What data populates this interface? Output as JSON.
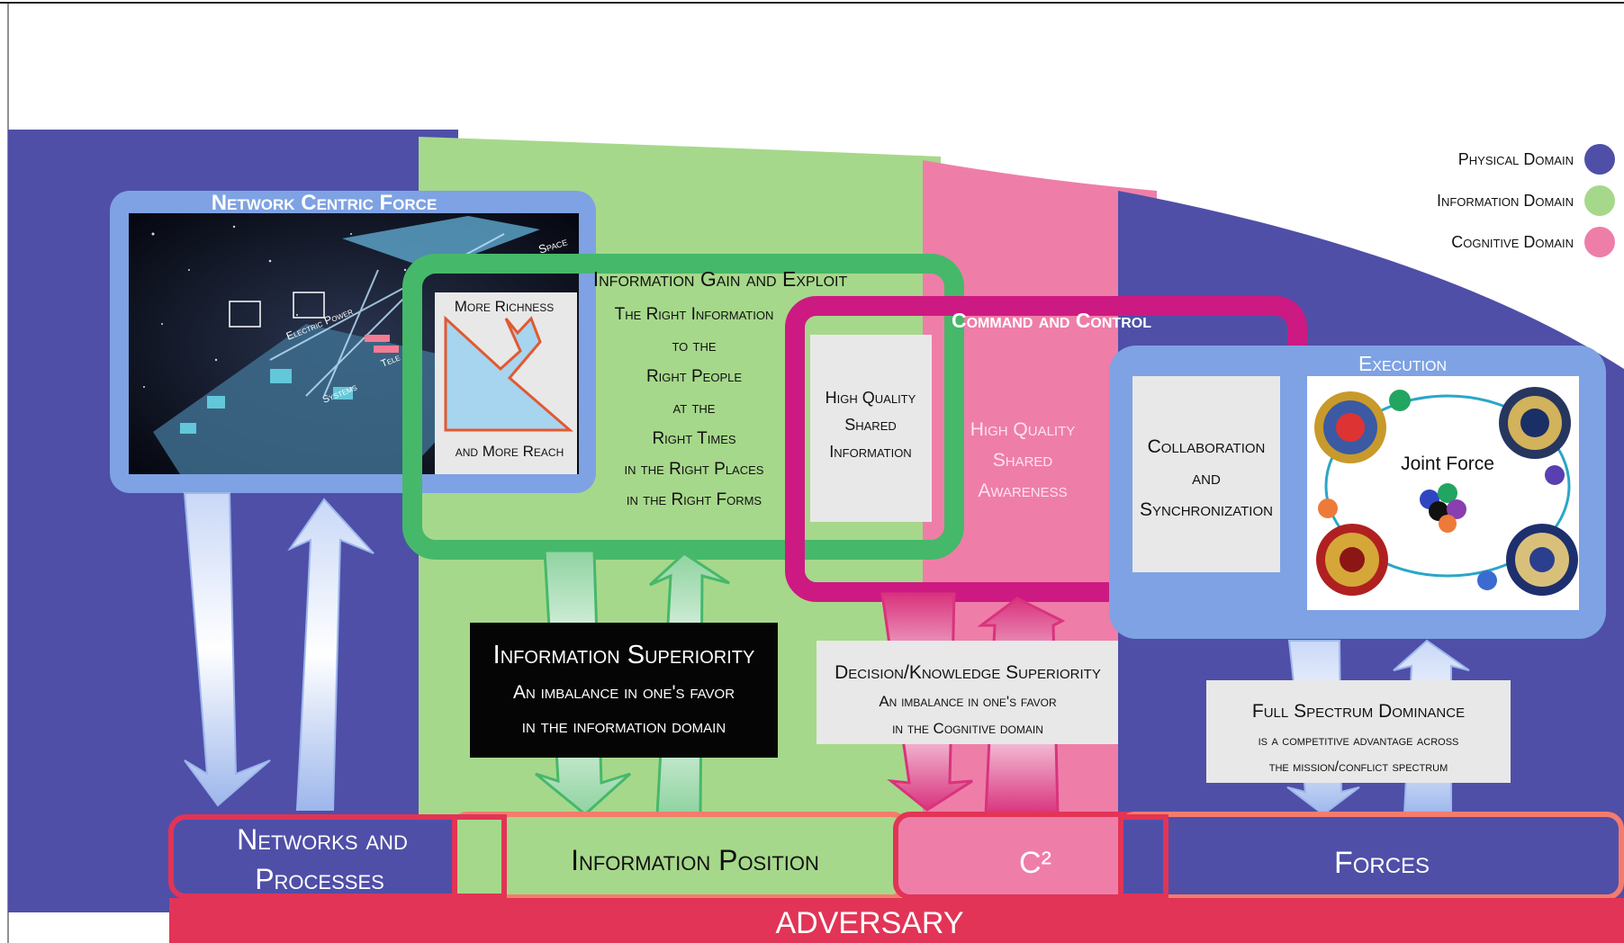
{
  "colors": {
    "physical": "#4f4fa8",
    "information": "#a6d88b",
    "cognitive": "#ee7ea8",
    "network_frame": "#7ea2e3",
    "info_frame": "#46b86a",
    "c2_frame": "#cc1a82",
    "adversary": "#e23456",
    "border_salmon": "#f47c6c"
  },
  "legend": [
    {
      "label": "Physical Domain",
      "icon": "blue-circle"
    },
    {
      "label": "Information Domain",
      "icon": "green-circle"
    },
    {
      "label": "Cognitive Domain",
      "icon": "pink-circle"
    }
  ],
  "network_centric_force": {
    "title": "Network Centric Force",
    "image_labels": [
      "Space",
      "Electric Power",
      "Tele",
      "Systems"
    ]
  },
  "information_gain": {
    "title": "Information Gain and Exploit",
    "richness_top": "More Richness",
    "richness_bottom": "and More Reach",
    "lines": [
      "The Right Information",
      "to the",
      "Right People",
      "at the",
      "Right Times",
      "in the Right Places",
      "in the Right Forms"
    ]
  },
  "command_control": {
    "title": "Command and Control",
    "shared_info": [
      "High Quality",
      "Shared",
      "Information"
    ],
    "shared_awareness": [
      "High Quality",
      "Shared",
      "Awareness"
    ]
  },
  "execution": {
    "title": "Execution",
    "collab": [
      "Collaboration",
      "and",
      "Synchronization"
    ],
    "joint_force": "Joint Force"
  },
  "superiority": {
    "title": "Information Superiority",
    "line1": "An imbalance in one's favor",
    "line2": "in the information domain"
  },
  "decision": {
    "title": "Decision/Knowledge Superiority",
    "line1": "An imbalance in one's favor",
    "line2": "in the Cognitive domain"
  },
  "full_spectrum": {
    "title": "Full Spectrum Dominance",
    "line1": "is a competitive advantage across",
    "line2": "the mission/conflict spectrum"
  },
  "bottom": {
    "networks": [
      "Networks and",
      "Processes"
    ],
    "info_position": "Information Position",
    "c2": "C²",
    "forces": "Forces",
    "adversary": "ADVERSARY"
  }
}
